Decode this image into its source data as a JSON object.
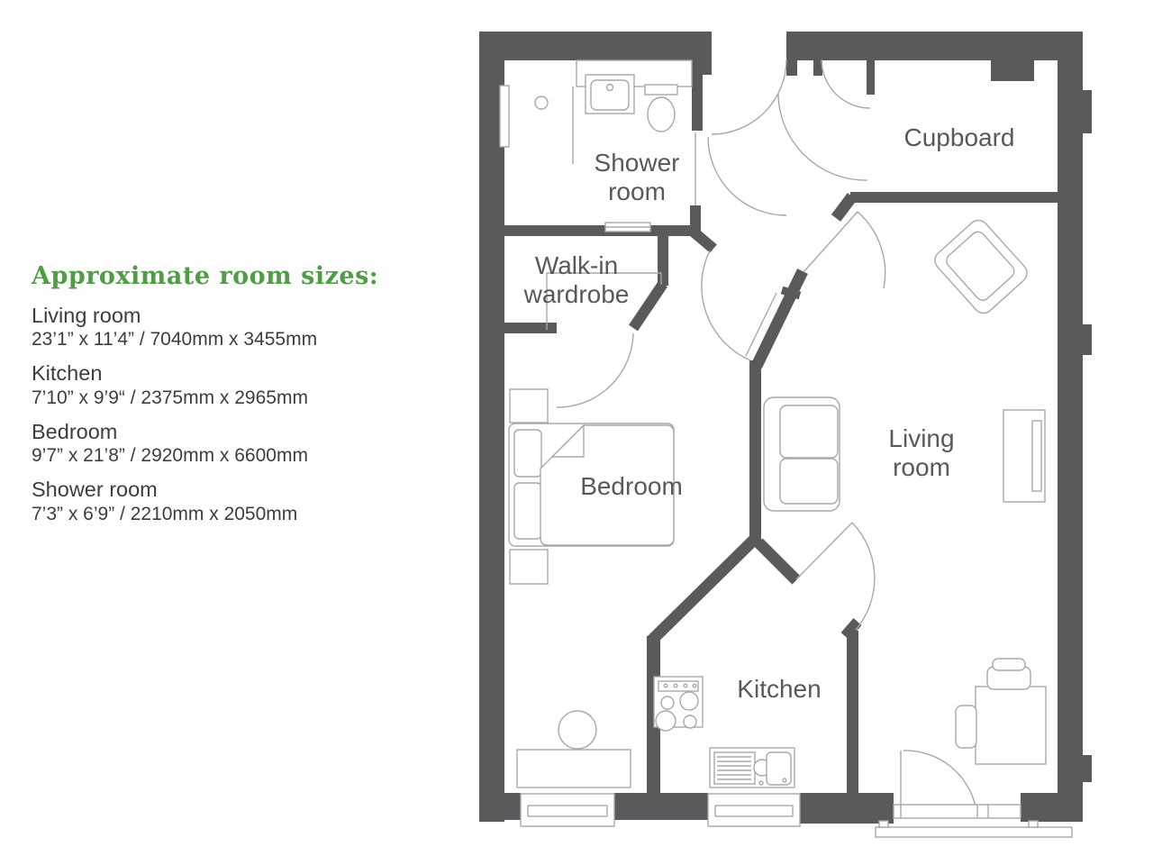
{
  "legend": {
    "title": "Approximate room sizes:",
    "items": [
      {
        "name": "Living room",
        "size": "23’1” x 11’4” / 7040mm x 3455mm"
      },
      {
        "name": "Kitchen",
        "size": "7’10” x 9’9“ / 2375mm x 2965mm"
      },
      {
        "name": "Bedroom",
        "size": "9’7” x 21’8” / 2920mm x 6600mm"
      },
      {
        "name": "Shower room",
        "size": "7’3” x 6’9” / 2210mm x 2050mm"
      }
    ]
  },
  "plan": {
    "labels": {
      "shower_line1": "Shower",
      "shower_line2": "room",
      "walkin_line1": "Walk-in",
      "walkin_line2": "wardrobe",
      "cupboard": "Cupboard",
      "bedroom": "Bedroom",
      "living_line1": "Living",
      "living_line2": "room",
      "kitchen": "Kitchen"
    },
    "colors": {
      "wall": "#595a5c",
      "outline": "#a6a8ab",
      "label": "#58595b",
      "accent_green": "#4f9d45"
    }
  }
}
